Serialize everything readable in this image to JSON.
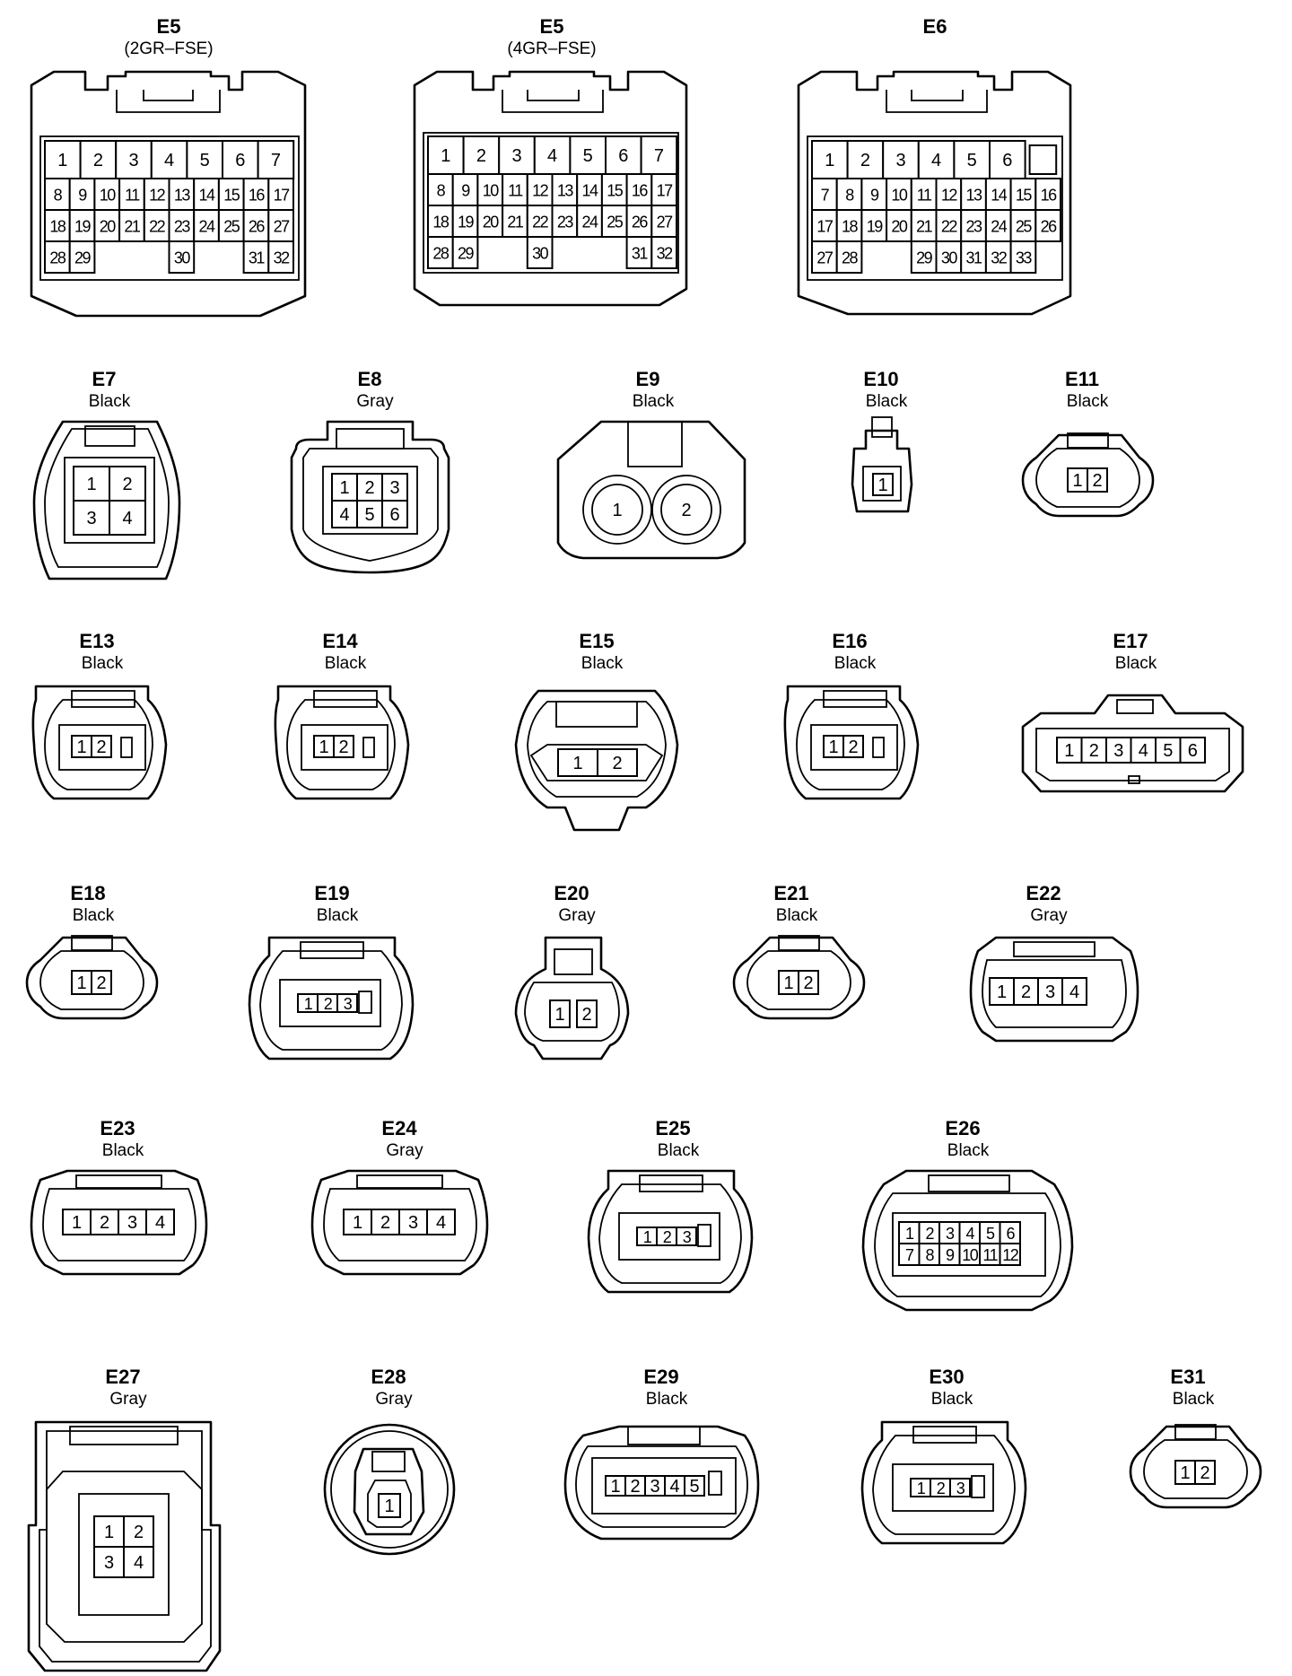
{
  "connectors": [
    {
      "id": "E5",
      "sub": "(2GR–FSE)"
    },
    {
      "id": "E5",
      "sub": "(4GR–FSE)"
    },
    {
      "id": "E6",
      "sub": ""
    },
    {
      "id": "E7",
      "sub": "Black"
    },
    {
      "id": "E8",
      "sub": "Gray"
    },
    {
      "id": "E9",
      "sub": "Black"
    },
    {
      "id": "E10",
      "sub": "Black"
    },
    {
      "id": "E11",
      "sub": "Black"
    },
    {
      "id": "E13",
      "sub": "Black"
    },
    {
      "id": "E14",
      "sub": "Black"
    },
    {
      "id": "E15",
      "sub": "Black"
    },
    {
      "id": "E16",
      "sub": "Black"
    },
    {
      "id": "E17",
      "sub": "Black"
    },
    {
      "id": "E18",
      "sub": "Black"
    },
    {
      "id": "E19",
      "sub": "Black"
    },
    {
      "id": "E20",
      "sub": "Gray"
    },
    {
      "id": "E21",
      "sub": "Black"
    },
    {
      "id": "E22",
      "sub": "Gray"
    },
    {
      "id": "E23",
      "sub": "Black"
    },
    {
      "id": "E24",
      "sub": "Gray"
    },
    {
      "id": "E25",
      "sub": "Black"
    },
    {
      "id": "E26",
      "sub": "Black"
    },
    {
      "id": "E27",
      "sub": "Gray"
    },
    {
      "id": "E28",
      "sub": "Gray"
    },
    {
      "id": "E29",
      "sub": "Black"
    },
    {
      "id": "E30",
      "sub": "Black"
    },
    {
      "id": "E31",
      "sub": "Black"
    }
  ],
  "pinouts": {
    "e5a": [
      [
        "1",
        "2",
        "3",
        "4",
        "5",
        "6",
        "7"
      ],
      [
        "8",
        "9",
        "10",
        "11",
        "12",
        "13",
        "14",
        "15",
        "16",
        "17"
      ],
      [
        "18",
        "19",
        "20",
        "21",
        "22",
        "23",
        "24",
        "25",
        "26",
        "27"
      ],
      [
        "28",
        "29",
        "30",
        "31",
        "32"
      ]
    ],
    "e5b": [
      [
        "1",
        "2",
        "3",
        "4",
        "5",
        "6",
        "7"
      ],
      [
        "8",
        "9",
        "10",
        "11",
        "12",
        "13",
        "14",
        "15",
        "16",
        "17"
      ],
      [
        "18",
        "19",
        "20",
        "21",
        "22",
        "23",
        "24",
        "25",
        "26",
        "27"
      ],
      [
        "28",
        "29",
        "30",
        "31",
        "32"
      ]
    ],
    "e6": [
      [
        "1",
        "2",
        "3",
        "4",
        "5",
        "6"
      ],
      [
        "7",
        "8",
        "9",
        "10",
        "11",
        "12",
        "13",
        "14",
        "15",
        "16"
      ],
      [
        "17",
        "18",
        "19",
        "20",
        "21",
        "22",
        "23",
        "24",
        "25",
        "26"
      ],
      [
        "27",
        "28",
        "29",
        "30",
        "31",
        "32",
        "33"
      ]
    ],
    "e7": [
      "1",
      "2",
      "3",
      "4"
    ],
    "e8": [
      "1",
      "2",
      "3",
      "4",
      "5",
      "6"
    ],
    "e9": [
      "1",
      "2"
    ],
    "e10": [
      "1"
    ],
    "e11": [
      "1",
      "2"
    ],
    "e13": [
      "1",
      "2"
    ],
    "e14": [
      "1",
      "2"
    ],
    "e15": [
      "1",
      "2"
    ],
    "e16": [
      "1",
      "2"
    ],
    "e17": [
      "1",
      "2",
      "3",
      "4",
      "5",
      "6"
    ],
    "e18": [
      "1",
      "2"
    ],
    "e19": [
      "1",
      "2",
      "3"
    ],
    "e20": [
      "1",
      "2"
    ],
    "e21": [
      "1",
      "2"
    ],
    "e22": [
      "1",
      "2",
      "3",
      "4"
    ],
    "e23": [
      "1",
      "2",
      "3",
      "4"
    ],
    "e24": [
      "1",
      "2",
      "3",
      "4"
    ],
    "e25": [
      "1",
      "2",
      "3"
    ],
    "e26": [
      "1",
      "2",
      "3",
      "4",
      "5",
      "6",
      "7",
      "8",
      "9",
      "10",
      "11",
      "12"
    ],
    "e27": [
      "1",
      "2",
      "3",
      "4"
    ],
    "e28": [
      "1"
    ],
    "e29": [
      "1",
      "2",
      "3",
      "4",
      "5"
    ],
    "e30": [
      "1",
      "2",
      "3"
    ],
    "e31": [
      "1",
      "2"
    ]
  }
}
